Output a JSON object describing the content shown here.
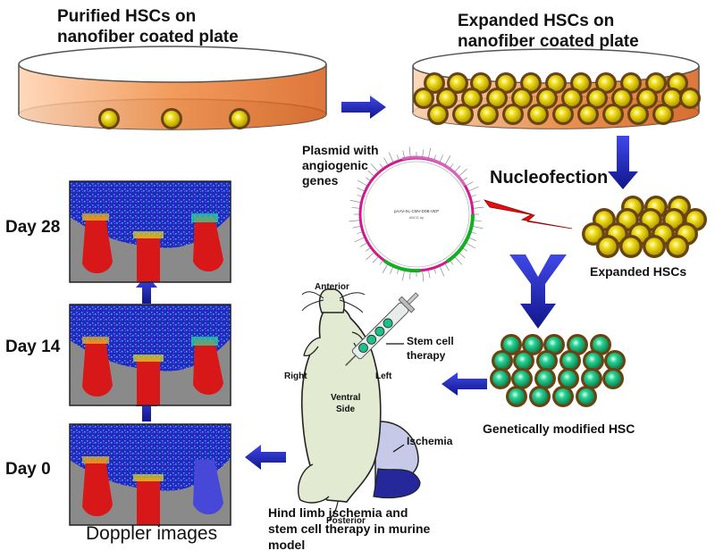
{
  "labels": {
    "purified_line1": "Purified HSCs on",
    "purified_line2": "nanofiber coated plate",
    "expanded_plate_line1": "Expanded HSCs on",
    "expanded_plate_line2": "nanofiber coated plate",
    "plasmid_line1": "Plasmid with",
    "plasmid_line2": "angiogenic",
    "plasmid_line3": "genes",
    "nucleofection": "Nucleofection",
    "expanded_hscs": "Expanded HSCs",
    "genetically_modified": "Genetically modified HSC",
    "stem_cell_line1": "Stem cell",
    "stem_cell_line2": "therapy",
    "anterior": "Anterior",
    "posterior": "Posterior",
    "right": "Right",
    "left": "Left",
    "ventral_line1": "Ventral",
    "ventral_line2": "Side",
    "ischemia": "Ischemia",
    "hind_line1": "Hind limb ischemia and",
    "hind_line2": "stem cell therapy in murine",
    "hind_line3": "model",
    "day28": "Day 28",
    "day14": "Day 14",
    "day0": "Day 0",
    "doppler": "Doppler images",
    "plasmid_center": "pAAV-SL-CMV-D0B-VEP"
  },
  "colors": {
    "dish_orange": "#e8742a",
    "arrow_blue": "#1b22b8",
    "cell_yellow": "#e8d400",
    "cell_brown": "#7a4a1a",
    "cell_green": "#1ec08a",
    "bolt_red": "#e01010",
    "doppler_blue": "#2a2ac8",
    "doppler_red": "#d81818",
    "doppler_gray": "#8a8a8a"
  }
}
